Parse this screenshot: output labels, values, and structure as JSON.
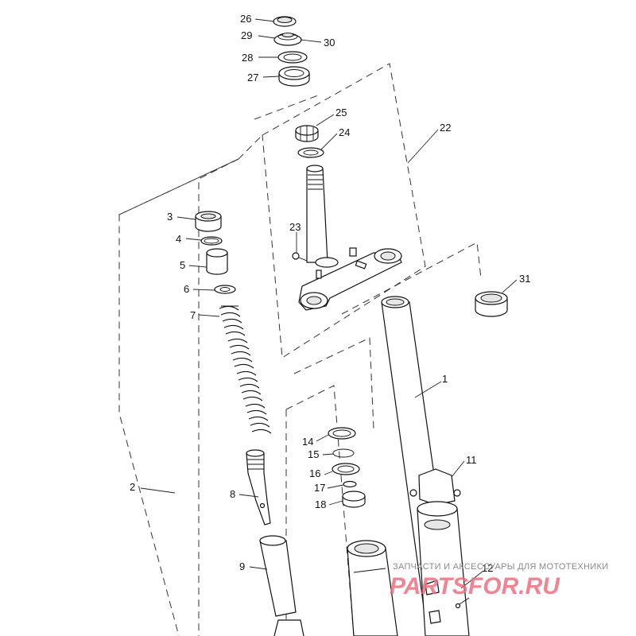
{
  "callouts": {
    "c1": "1",
    "c2": "2",
    "c3": "3",
    "c4": "4",
    "c5": "5",
    "c6": "6",
    "c7": "7",
    "c8": "8",
    "c9": "9",
    "c11": "11",
    "c12": "12",
    "c14": "14",
    "c15": "15",
    "c16": "16",
    "c17": "17",
    "c18": "18",
    "c22": "22",
    "c23": "23",
    "c24": "24",
    "c25": "25",
    "c26": "26",
    "c27": "27",
    "c28": "28",
    "c29": "29",
    "c30": "30",
    "c31": "31"
  },
  "watermark": {
    "tagline": "ЗАПЧАСТИ И АКСЕССУАРЫ ДЛЯ МОТОТЕХНИКИ",
    "brand": "PARTSFOR.RU"
  },
  "colors": {
    "line": "#111111",
    "watermark_brand": "#ee6f80",
    "watermark_tagline": "#8a8a8a"
  }
}
